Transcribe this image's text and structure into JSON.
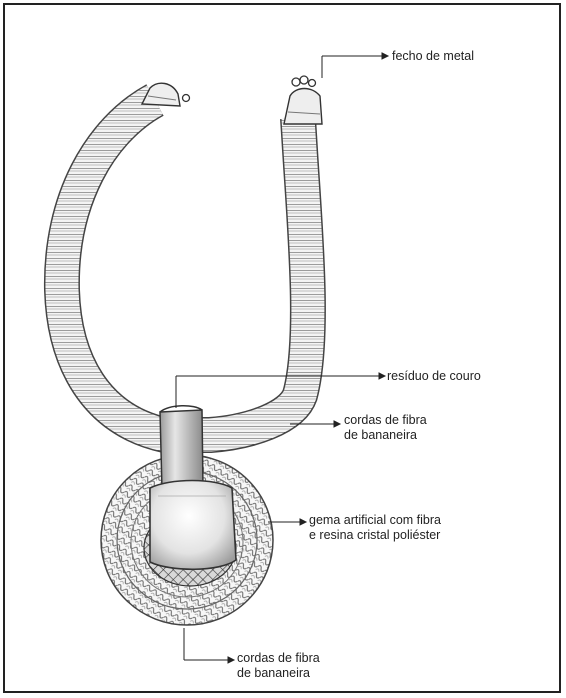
{
  "labels": {
    "clasp": "fecho de metal",
    "leather": "resíduo de couro",
    "fiber_top_line1": "cordas de fibra",
    "fiber_top_line2": "de bananeira",
    "gem_line1": "gema artificial com fibra",
    "gem_line2": "e resina cristal poliéster",
    "fiber_bottom_line1": "cordas de fibra",
    "fiber_bottom_line2": "de bananeira"
  }
}
